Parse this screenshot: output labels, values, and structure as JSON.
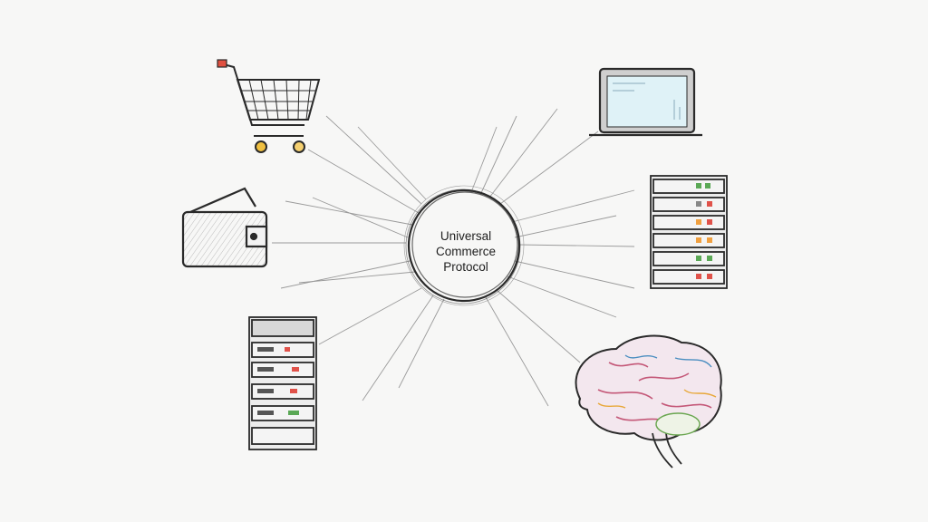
{
  "hub": {
    "label_lines": [
      "Universal",
      "Commerce",
      "Protocol"
    ]
  },
  "nodes": [
    {
      "id": "shopping-cart",
      "icon": "shopping-cart-icon"
    },
    {
      "id": "wallet",
      "icon": "wallet-icon"
    },
    {
      "id": "server-left",
      "icon": "server-rack-icon"
    },
    {
      "id": "laptop",
      "icon": "laptop-icon"
    },
    {
      "id": "server-right",
      "icon": "server-rack-icon"
    },
    {
      "id": "brain",
      "icon": "brain-icon"
    }
  ],
  "colors": {
    "background": "#f7f7f6",
    "ink": "#2a2a2a",
    "sketch_line": "#9a9a9a",
    "led_red": "#e0524a",
    "led_orange": "#f0a040",
    "led_green": "#5aa855",
    "screen_blue": "#dff2f7"
  }
}
